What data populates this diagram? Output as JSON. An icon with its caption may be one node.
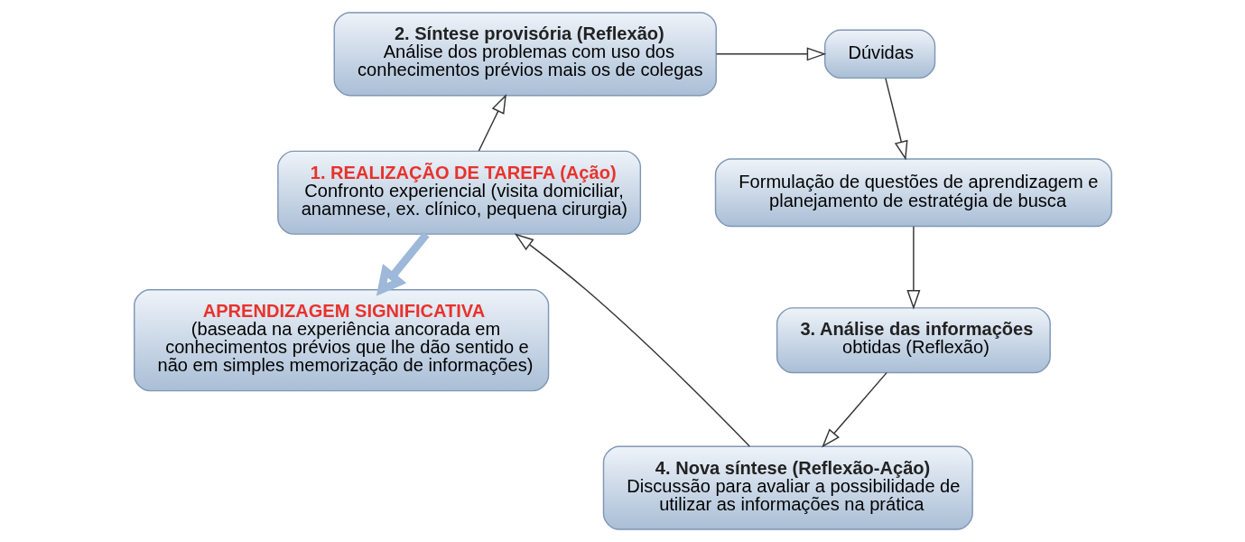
{
  "diagram": {
    "nodes": [
      {
        "text": [
          "2. Síntese provisória (Reflexão)",
          "Análise dos problemas com uso dos conhecimentos prévios mais os de colegas"
        ]
      },
      {
        "text": [
          "Dúvidas"
        ]
      },
      {
        "text": [
          "1. REALIZAÇÃO DE TAREFA (Ação)",
          "Confronto experiencial (visita domiciliar, anamnese, ex. clínico, pequena cirurgia)"
        ]
      },
      {
        "text": [
          "Formulação de questões de aprendizagem e planejamento de estratégia de busca"
        ]
      },
      {
        "text": [
          "4. Nova síntese (Reflexão-Ação)",
          "Discussão para avaliar a possibilidade de utilizar as informações na prática"
        ]
      },
      {
        "text": [
          "APRENDIZAGEM SIGNIFICATIVA",
          "(baseada na experiência ancorada em conhecimentos prévios que lhe dão sentido e não em simples memorização de informações)"
        ]
      },
      {
        "text": [
          "3. Análise das informações",
          "obtidas (Reflexão)"
        ]
      }
    ],
    "edges": [
      {
        "from": 2,
        "to": 0,
        "arrow": "to"
      },
      {
        "from": 0,
        "to": 1,
        "arrow": "to"
      },
      {
        "from": 1,
        "to": 3,
        "arrow": "to"
      },
      {
        "from": 3,
        "to": 6,
        "arrow": "to"
      },
      {
        "from": 6,
        "to": 4,
        "arrow": "to"
      },
      {
        "from": 4,
        "to": 2,
        "arrow": "to"
      },
      {
        "from": 2,
        "to": 5,
        "arrow": "to",
        "style": "thick",
        "color": "#9db8d8"
      }
    ]
  }
}
